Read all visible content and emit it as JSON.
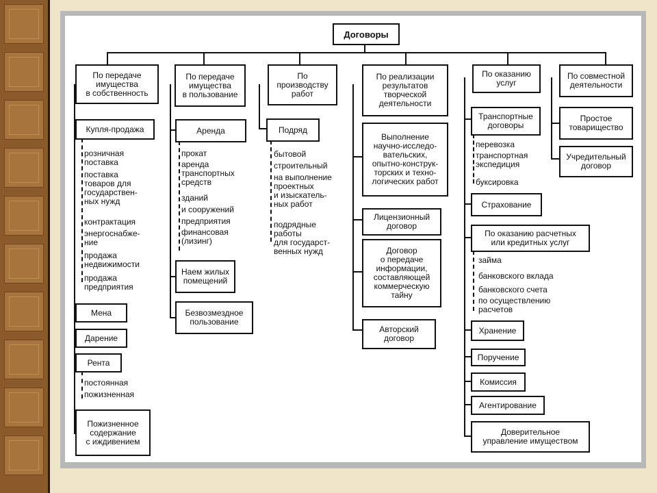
{
  "root": "Договоры",
  "columns": {
    "c1": {
      "header": "По передаче\nимущества\nв собственность",
      "nodes": {
        "kupl": "Купля-продажа",
        "mena": "Мена",
        "darenie": "Дарение",
        "renta": "Рента",
        "izhd": "Пожизненное\nсодержание\nс иждивением"
      },
      "kupl_items": [
        "розничная\nпоставка",
        "поставка\nтоваров для\nгосударствен-\nных нужд",
        "контрактация",
        "энергоснабже-\nние",
        "продажа\nнедвижимости",
        "продажа\nпредприятия"
      ],
      "renta_items": [
        "постоянная",
        "пожизненная"
      ]
    },
    "c2": {
      "header": "По передаче\nимущества\nв пользование",
      "nodes": {
        "arenda": "Аренда",
        "naem": "Наем жилых\nпомещений",
        "bezv": "Безвозмездное\nпользование"
      },
      "arenda_items": [
        "прокат",
        "аренда\nтранспортных\nсредств",
        "зданий",
        "и сооружений",
        "предприятия",
        "финансовая\n(лизинг)"
      ]
    },
    "c3": {
      "header": "По\nпроизводству\nработ",
      "nodes": {
        "podryad": "Подряд"
      },
      "podryad_items": [
        "бытовой",
        "строительный",
        "на выполнение\nпроектных\nи изыскатель-\nных работ",
        "подрядные\nработы\nдля государст-\nвенных нужд"
      ]
    },
    "c4": {
      "header": "По реализации\nрезультатов\nтворческой\nдеятельности",
      "nodes": {
        "niokr": "Выполнение\nнаучно-исследо-\nвательских,\nопытно-конструк-\nторских и техно-\nлогических работ",
        "licenz": "Лицензионный\nдоговор",
        "info": "Договор\nо передаче\nинформации,\nсоставляющей\nкоммерческую\nтайну",
        "avtor": "Авторский\nдоговор"
      }
    },
    "c5": {
      "header": "По оказанию\nуслуг",
      "nodes": {
        "transp": "Транспортные\nдоговоры",
        "strah": "Страхование",
        "rasch": "По оказанию расчетных\nили кредитных услуг",
        "hran": "Хранение",
        "poruch": "Поручение",
        "komis": "Комиссия",
        "agent": "Агентирование",
        "dover": "Доверительное\nуправление имуществом"
      },
      "transp_items": [
        "перевозка",
        "транспортная\nэкспедиция",
        "буксировка"
      ],
      "rasch_items": [
        "займа",
        "банковского вклада",
        "банковского счета",
        "по осуществлению\nрасчетов"
      ]
    },
    "c6": {
      "header": "По совместной\nдеятельности",
      "nodes": {
        "tov": "Простое\nтоварищество",
        "uchr": "Учредительный\nдоговор"
      }
    }
  }
}
